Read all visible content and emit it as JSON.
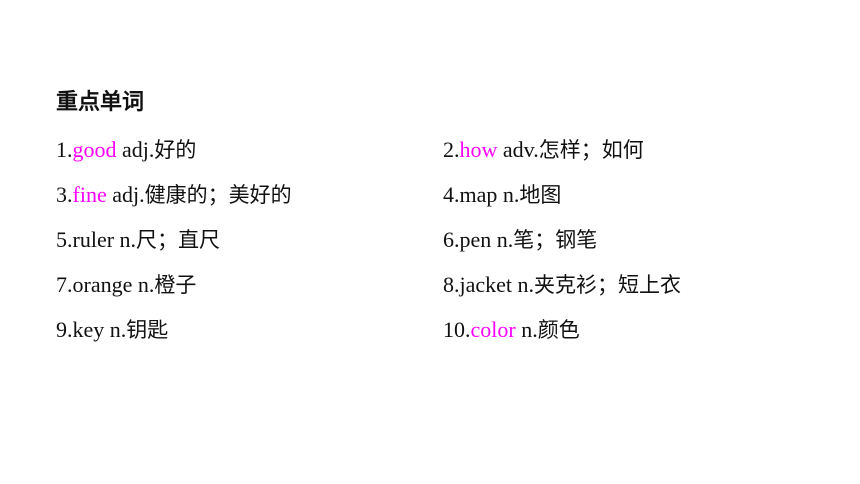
{
  "heading": "重点单词",
  "accent_color": "#ff00ff",
  "words": [
    {
      "num": "1.",
      "word": "good",
      "pos": " adj.",
      "meaning": "好的",
      "highlight": true
    },
    {
      "num": "2.",
      "word": "how",
      "pos": " adv.",
      "meaning": "怎样；如何",
      "highlight": true
    },
    {
      "num": "3.",
      "word": "fine",
      "pos": " adj.",
      "meaning": "健康的；美好的",
      "highlight": true
    },
    {
      "num": "4.",
      "word": "map",
      "pos": " n.",
      "meaning": "地图",
      "highlight": false
    },
    {
      "num": "5.",
      "word": "ruler",
      "pos": " n.",
      "meaning": "尺；直尺",
      "highlight": false
    },
    {
      "num": "6.",
      "word": "pen",
      "pos": " n.",
      "meaning": "笔；钢笔",
      "highlight": false
    },
    {
      "num": "7.",
      "word": "orange",
      "pos": " n.",
      "meaning": "橙子",
      "highlight": false
    },
    {
      "num": "8.",
      "word": "jacket",
      "pos": " n.",
      "meaning": "夹克衫；短上衣",
      "highlight": false
    },
    {
      "num": "9.",
      "word": "key",
      "pos": " n.",
      "meaning": "钥匙",
      "highlight": false
    },
    {
      "num": "10.",
      "word": "color",
      "pos": " n.",
      "meaning": "颜色",
      "highlight": true
    }
  ]
}
